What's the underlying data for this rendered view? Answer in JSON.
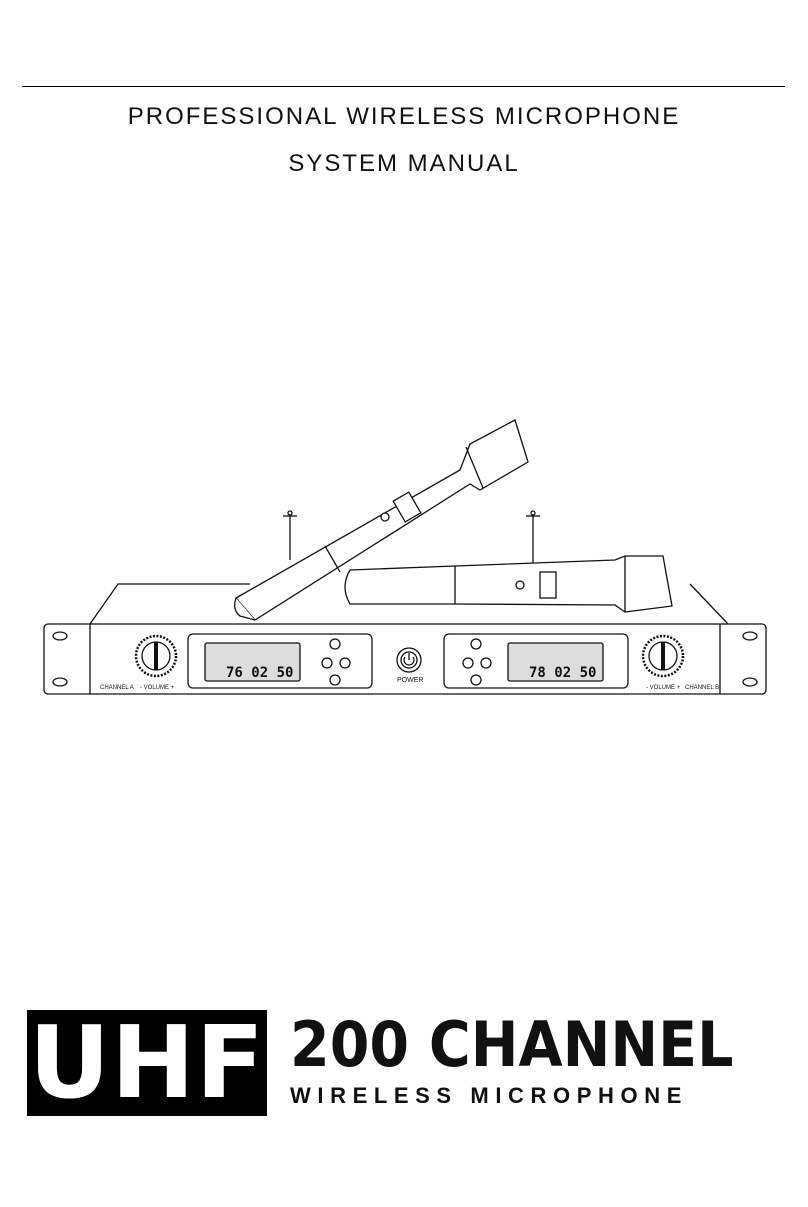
{
  "header": {
    "title_line1": "PROFESSIONAL WIRELESS MICROPHONE",
    "title_line2": "SYSTEM MANUAL"
  },
  "receiver": {
    "display_a": "76 02 50",
    "display_b": "78 02 50",
    "channel_a_label": "CHANNEL A",
    "channel_b_label": "CHANNEL B",
    "volume_label_left": "- VOLUME +",
    "volume_label_right": "- VOLUME +",
    "power_label": "POWER"
  },
  "brand": {
    "logo": "UHF",
    "product": "200 CHANNEL",
    "subtitle": "WIRELESS MICROPHONE"
  }
}
